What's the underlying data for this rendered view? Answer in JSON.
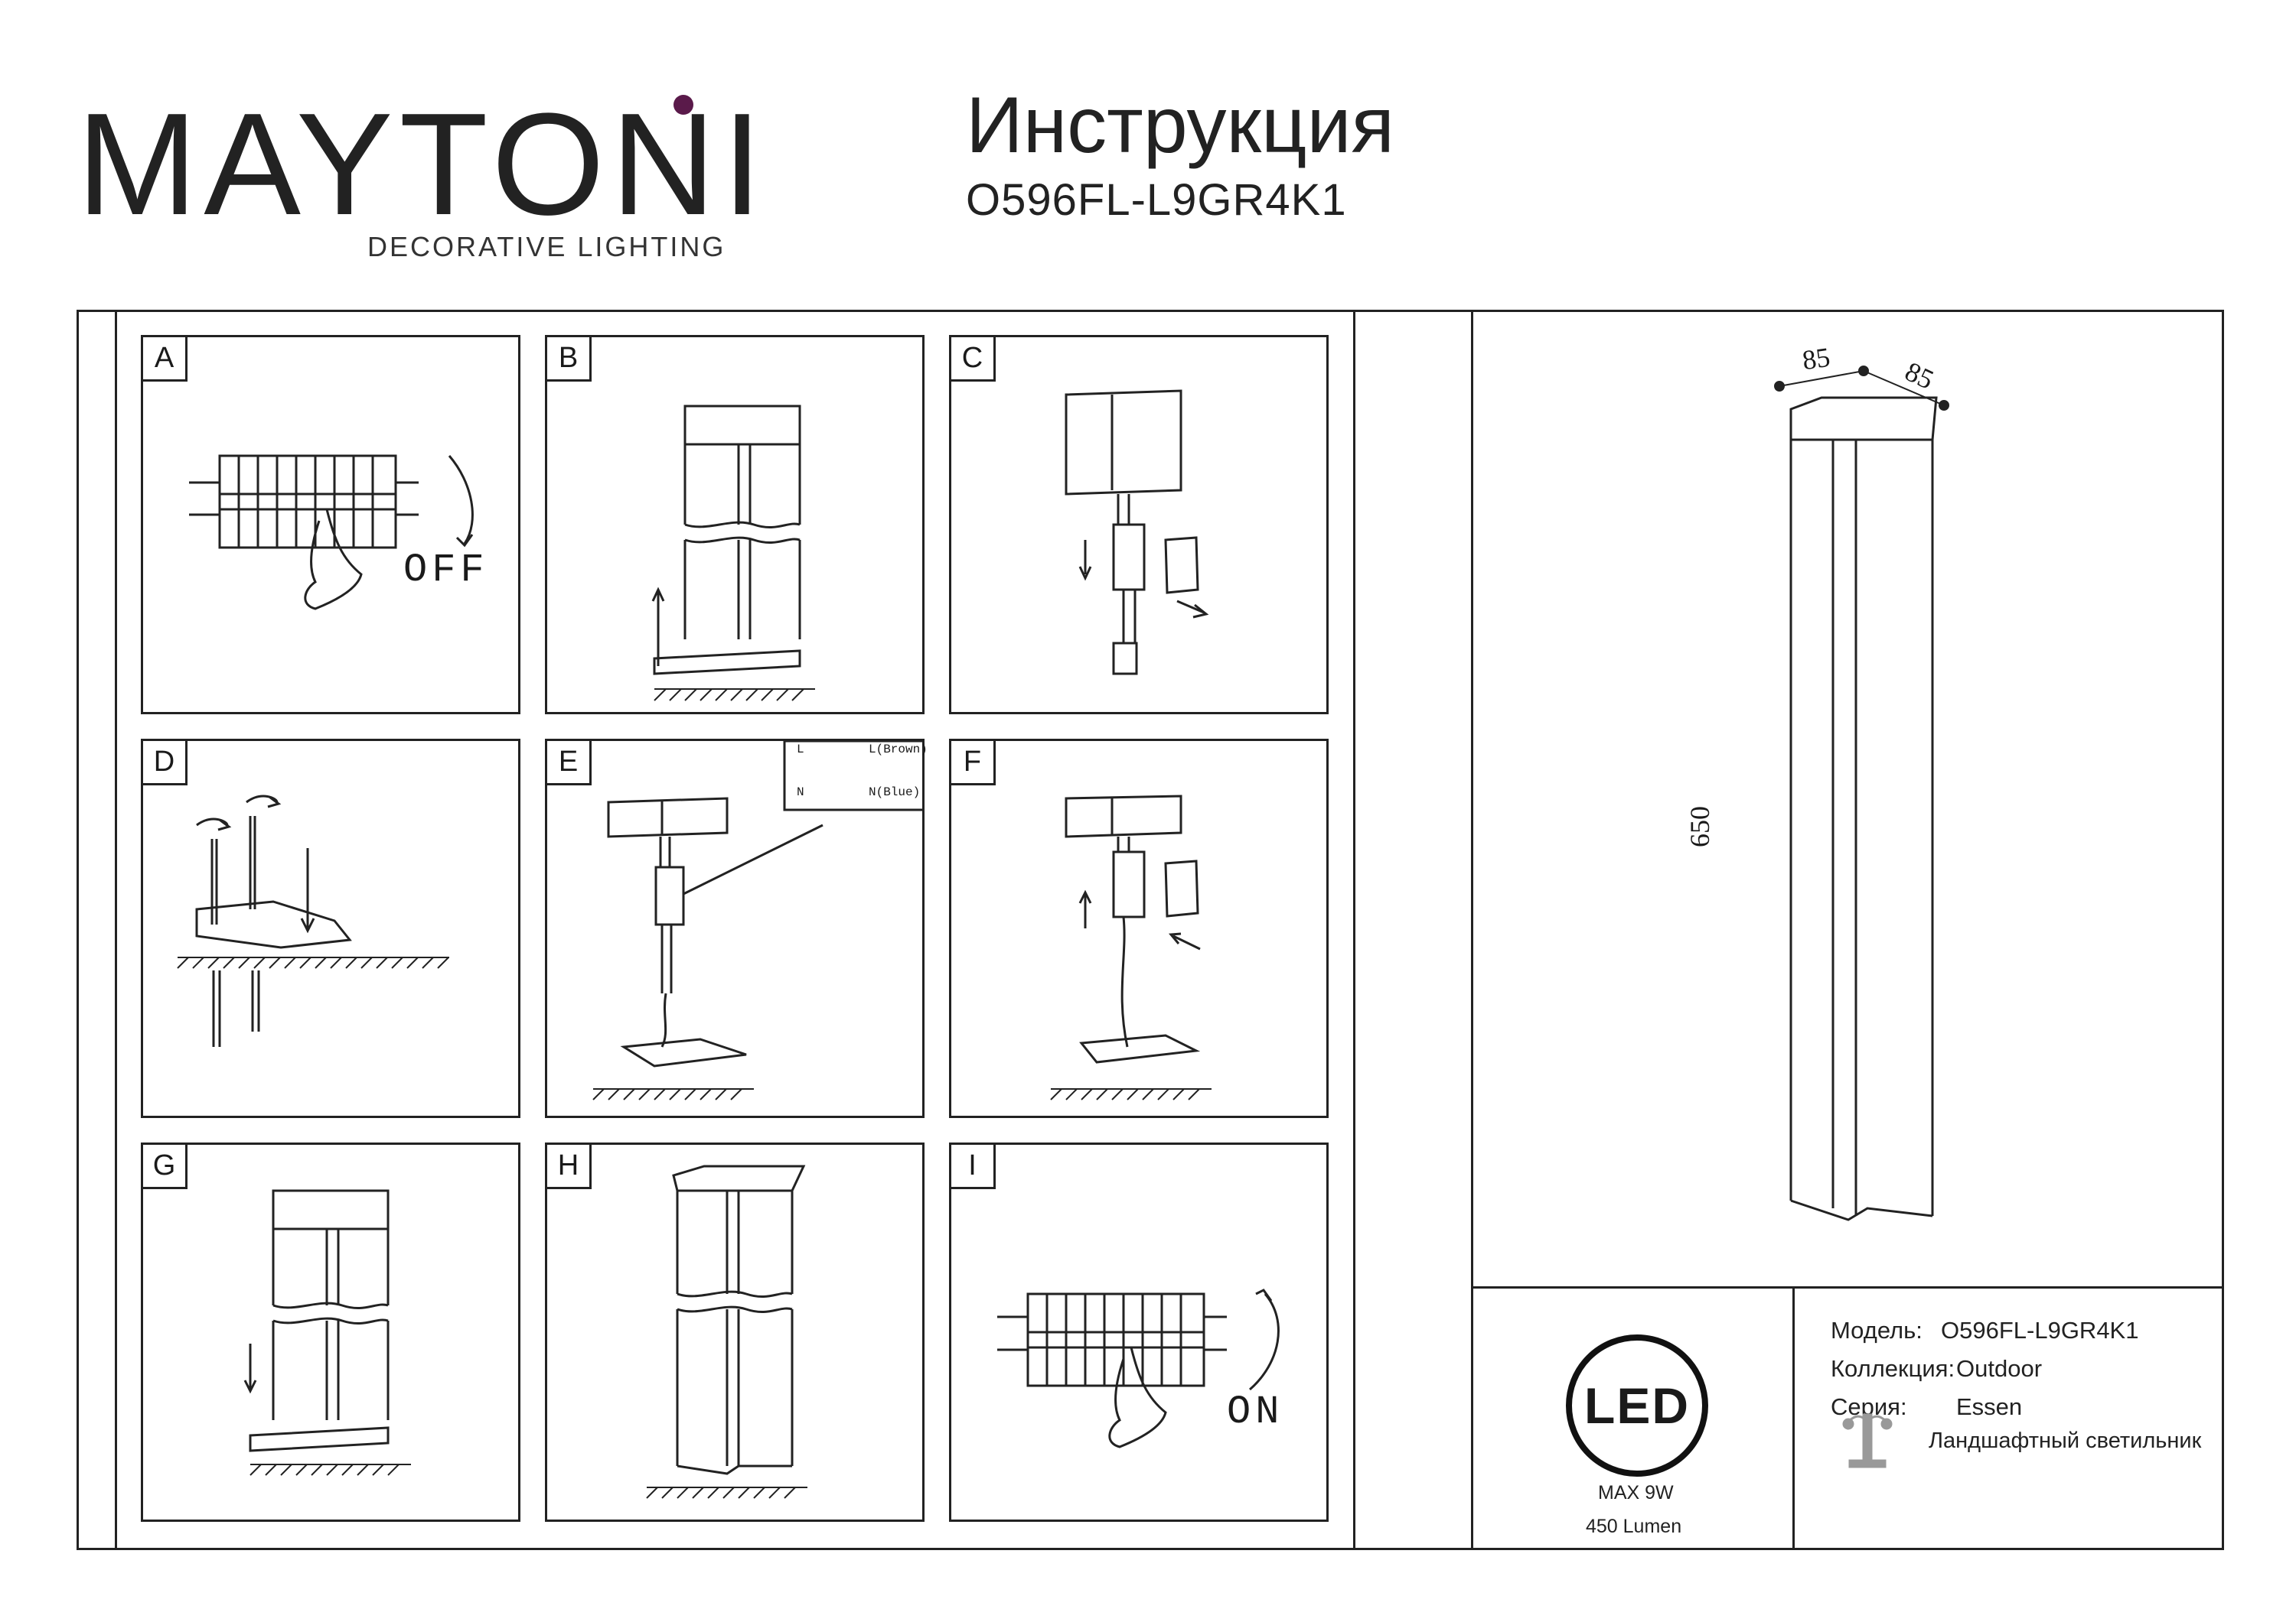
{
  "brand": {
    "name": "MAYTONI",
    "tagline": "DECORATIVE LIGHTING",
    "dot_color": "#5a1a4a"
  },
  "header": {
    "title": "Инструкция",
    "model": "O596FL-L9GR4K1"
  },
  "steps": [
    {
      "letter": "A",
      "caption": "OFF"
    },
    {
      "letter": "B"
    },
    {
      "letter": "C"
    },
    {
      "letter": "D"
    },
    {
      "letter": "E",
      "wire_l": "L",
      "wire_l_color": "L(Brown)",
      "wire_n": "N",
      "wire_n_color": "N(Blue)"
    },
    {
      "letter": "F"
    },
    {
      "letter": "G"
    },
    {
      "letter": "H"
    },
    {
      "letter": "I",
      "caption": "ON"
    }
  ],
  "dimensions": {
    "width": "85",
    "depth": "85",
    "height": "650"
  },
  "badge": {
    "text": "LED",
    "power": "MAX 9W",
    "lumen": "450 Lumen"
  },
  "specs": {
    "model_label": "Модель:",
    "model_value": "O596FL-L9GR4K1",
    "collection_label": "Коллекция:",
    "collection_value": "Outdoor",
    "series_label": "Серия:",
    "series_value": "Essen",
    "type_value": "Ландшафтный светильник"
  }
}
